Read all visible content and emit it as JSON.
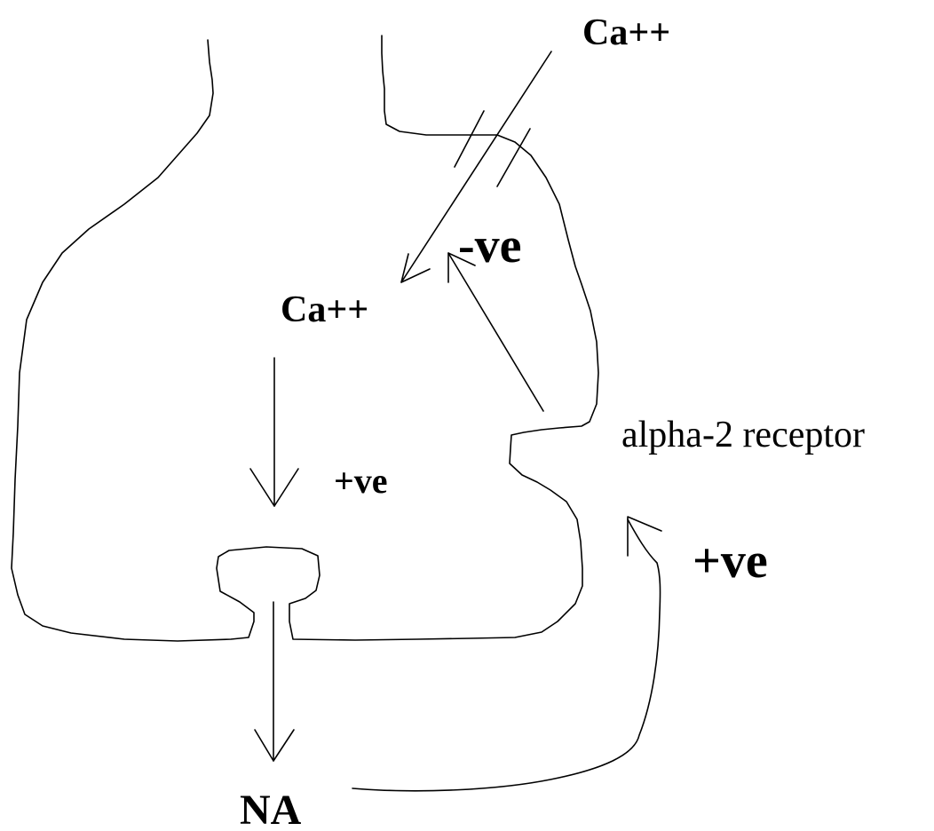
{
  "labels": {
    "ca_outside": "Ca++",
    "ca_inside": "Ca++",
    "negative_effect": "-ve",
    "positive_effect_release": "+ve",
    "positive_effect_feedback": "+ve",
    "receptor": "alpha-2 receptor",
    "transmitter": "NA"
  },
  "colors": {
    "line": "#000000",
    "background": "#ffffff"
  }
}
